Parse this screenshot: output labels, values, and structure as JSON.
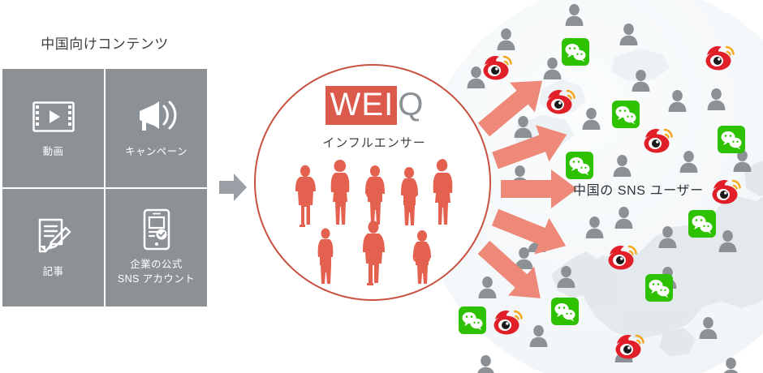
{
  "left": {
    "title": "中国向けコンテンツ",
    "tiles": [
      {
        "label": "動画",
        "icon": "film-play-icon"
      },
      {
        "label": "キャンペーン",
        "icon": "megaphone-icon"
      },
      {
        "label": "記事",
        "icon": "document-pencil-icon"
      },
      {
        "label": "企業の公式\nSNS アカウント",
        "icon": "smartphone-check-icon"
      }
    ]
  },
  "connector": {
    "icon": "right-arrow-icon"
  },
  "circle": {
    "logo_primary": "WEI",
    "logo_secondary": "Q",
    "subtitle": "インフルエンサー",
    "people_count": 8
  },
  "globe": {
    "label": "中国の SNS ユーザー",
    "label_icon": "weibo-icon",
    "arrow_count": 5,
    "avatar_count": 28,
    "weibo_count": 8,
    "wechat_count": 8
  },
  "colors": {
    "brand_red": "#dc5a4b",
    "circle_stroke": "#c8503f",
    "silhouette": "#e4604f",
    "tile_gray": "#8c9196",
    "arrow_salmon": "#ee8878",
    "globe_fill": "#f2f5f7",
    "avatar_gray": "#8c9196",
    "wechat_green": "#2dc100",
    "weibo_red": "#e01f28",
    "weibo_orange": "#f4a81d",
    "text_dark": "#3b3f42"
  }
}
